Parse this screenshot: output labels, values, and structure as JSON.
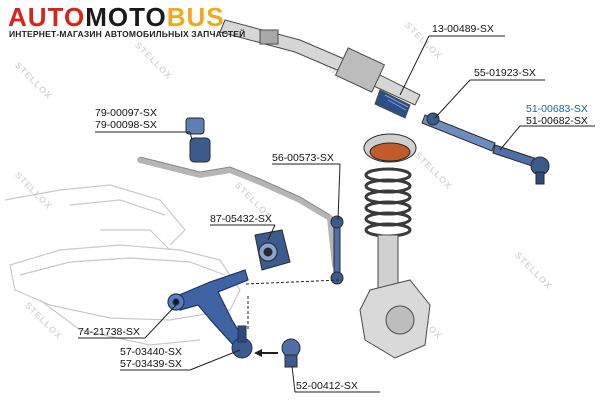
{
  "header": {
    "logo": {
      "part1": "AUTO",
      "part2": "MOTO",
      "part3": "BUS"
    },
    "tagline": "ИНТЕРНЕТ-МАГАЗИН АВТОМОБИЛЬНЫХ ЗАПЧАСТЕЙ"
  },
  "watermark": {
    "text": "STELLOX"
  },
  "colors": {
    "logo_red": "#d9241b",
    "logo_dark": "#1a1a1a",
    "logo_orange": "#f2a81d",
    "highlight_blue": "#1f5fa8"
  },
  "parts": [
    {
      "number": "13-00489-SX"
    },
    {
      "number": "55-01923-SX"
    },
    {
      "number": "51-00683-SX",
      "highlighted": true
    },
    {
      "number": "51-00682-SX"
    },
    {
      "number": "79-00097-SX"
    },
    {
      "number": "79-00098-SX"
    },
    {
      "number": "56-00573-SX"
    },
    {
      "number": "87-05432-SX"
    },
    {
      "number": "74-21738-SX"
    },
    {
      "number": "57-03440-SX"
    },
    {
      "number": "57-03439-SX"
    },
    {
      "number": "52-00412-SX"
    }
  ]
}
